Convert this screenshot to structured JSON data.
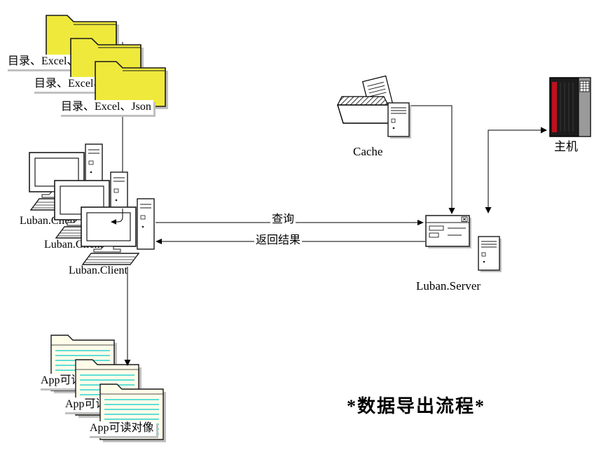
{
  "title": {
    "text": "*数据导出流程*"
  },
  "colors": {
    "folder": "#efe93c",
    "shadow": "#c0c0c0",
    "notebg": "#fffcea",
    "noteline": "#00cccc",
    "hostbody": "#1c1c1c",
    "hoststripe": "#c01020",
    "hostside": "#9a9a9a",
    "line": "#000000"
  },
  "stacks": {
    "catalog": {
      "label": "目录、Excel、Json",
      "count": 3
    },
    "client": {
      "label": "Luban.Client",
      "count": 3
    },
    "app": {
      "label": "App可读对像",
      "count": 3
    }
  },
  "nodes": {
    "cache": {
      "label": "Cache"
    },
    "host": {
      "label": "主机"
    },
    "server": {
      "label": "Luban.Server"
    }
  },
  "edges": {
    "query": {
      "label": "查询"
    },
    "result": {
      "label": "返回结果"
    }
  },
  "icons": {
    "catalog": "folder-icon",
    "client": "computer-icon",
    "cache": "open-folder-document-icon",
    "cache_server": "server-tower-icon",
    "host": "mainframe-icon",
    "server_window": "window-icon",
    "server_tower": "server-tower-icon",
    "app": "note-document-icon"
  }
}
